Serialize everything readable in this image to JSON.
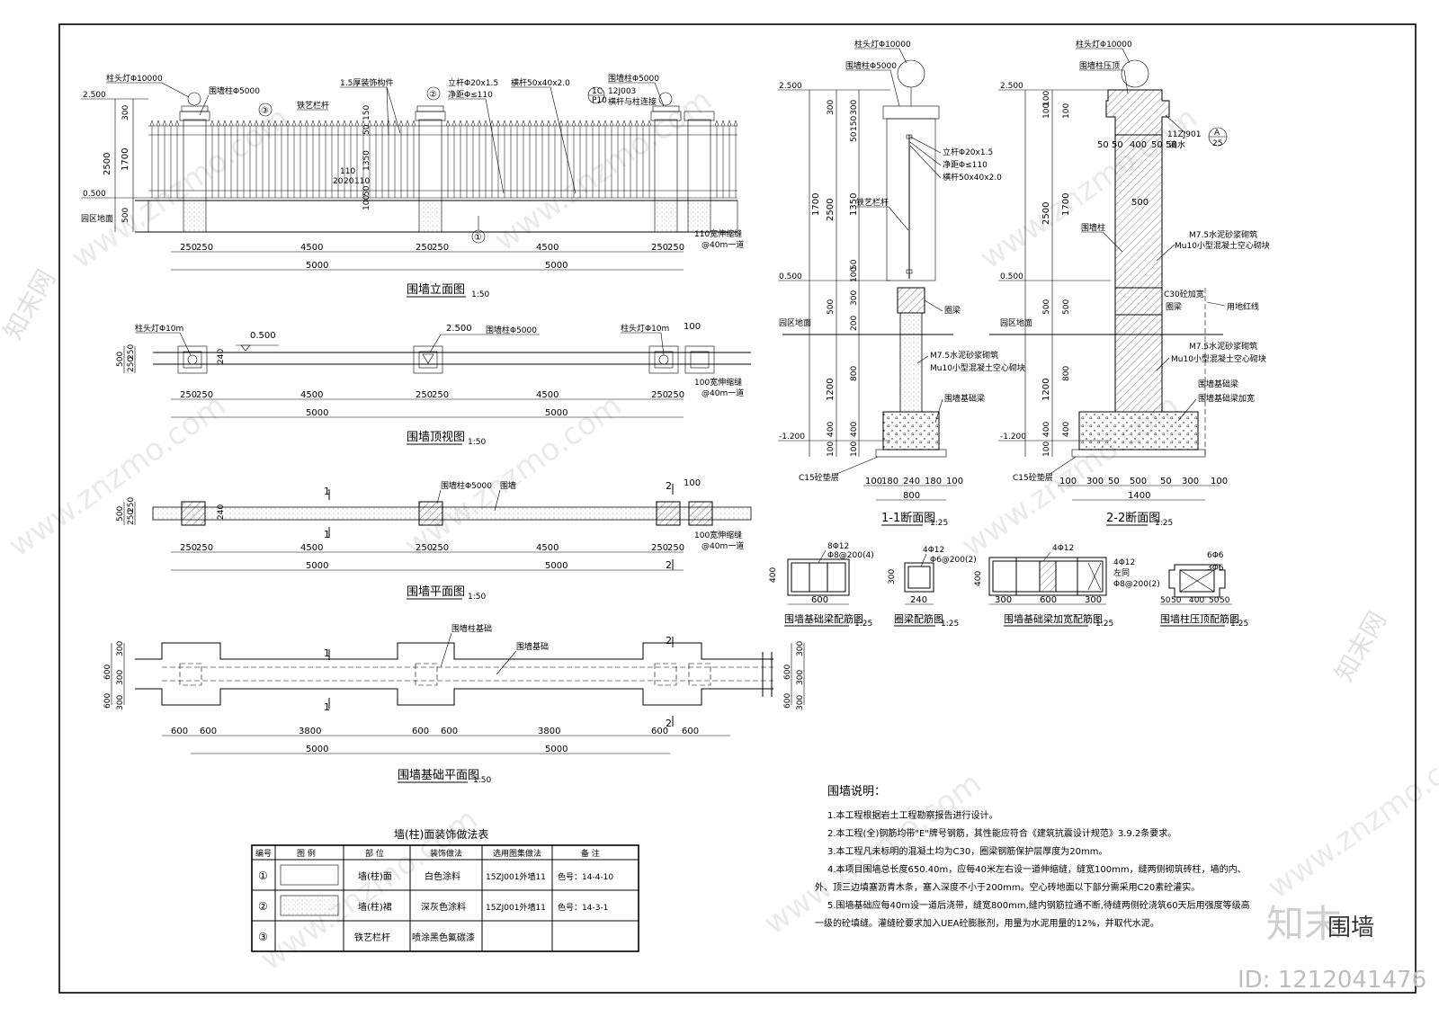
{
  "elevation": {
    "title": "围墙立面图",
    "scale": "1:50",
    "labels": {
      "lamp": "柱头灯Φ10000",
      "pillar": "围墙柱Φ5000",
      "deco": "1.5厚装饰构件",
      "rail": "铁艺栏杆",
      "upright": "立杆Φ20x1.5",
      "clear": "净距Φ≤110",
      "cross": "横杆50x40x2.0",
      "pillar2": "围墙柱Φ5000",
      "ref_code": "12J003",
      "ref_note": "横杆与柱连接",
      "ref_circle": "1C",
      "ref_sheet": "P10",
      "ground": "园区地面",
      "joint": "110宽伸缩缝",
      "joint2": "@40m一道"
    },
    "levels": [
      "2.500",
      "0.500"
    ],
    "vdims": [
      "300",
      "1700",
      "500",
      "2500"
    ],
    "inner_dims": [
      "50",
      "150",
      "1350",
      "100",
      "50",
      "110",
      "20",
      "20",
      "110"
    ],
    "hdims": [
      "250",
      "250",
      "4500",
      "250",
      "250",
      "4500",
      "250",
      "250"
    ],
    "totals": [
      "5000",
      "5000"
    ],
    "markers": [
      "①",
      "②",
      "③"
    ]
  },
  "topview": {
    "title": "围墙顶视图",
    "scale": "1:50",
    "labels": {
      "lamp1": "柱头灯Φ10m",
      "lamp2": "柱头灯Φ10m",
      "pillar": "围墙柱Φ5000",
      "level1": "0.500",
      "level2": "2.500",
      "joint": "100宽伸缩缝",
      "joint2": "@40m一道",
      "w100": "100"
    },
    "vdims": [
      "500",
      "250",
      "250",
      "240"
    ],
    "hdims": [
      "250",
      "250",
      "4500",
      "250",
      "250",
      "4500",
      "250",
      "250"
    ],
    "totals": [
      "5000",
      "5000"
    ]
  },
  "plan": {
    "title": "围墙平面图",
    "scale": "1:50",
    "labels": {
      "pillar": "围墙柱Φ5000",
      "wall": "围墙",
      "joint": "100宽伸缩缝",
      "joint2": "@40m一道",
      "w100": "100",
      "sec1": "1",
      "sec2": "2"
    },
    "vdims": [
      "500",
      "250",
      "250",
      "240"
    ],
    "hdims": [
      "250",
      "250",
      "4500",
      "250",
      "250",
      "4500",
      "250",
      "250"
    ],
    "totals": [
      "5000",
      "5000"
    ]
  },
  "foundation": {
    "title": "围墙基础平面图",
    "scale": "1:50",
    "labels": {
      "pf": "围墙柱基础",
      "wf": "围墙基础",
      "sec1": "1",
      "sec2": "2"
    },
    "vdims": [
      "300",
      "600",
      "300",
      "600",
      "300"
    ],
    "hdims": [
      "600",
      "600",
      "3800",
      "600",
      "600",
      "3800",
      "600",
      "600"
    ],
    "totals": [
      "5000",
      "5000"
    ]
  },
  "section1": {
    "title": "1-1断面图",
    "scale": "1:25",
    "labels": {
      "lamp": "柱头灯Φ10000",
      "pillar": "围墙柱Φ5000",
      "upright": "立杆Φ20x1.5",
      "clear": "净距Φ≤110",
      "cross": "横杆50x40x2.0",
      "rail": "铁艺栏杆",
      "ring": "圈梁",
      "mortar": "M7.5水泥砂浆砌筑",
      "block": "Mu10小型混凝土空心砌块",
      "fbeam": "围墙基础梁",
      "ground": "园区地面",
      "cushion": "C15砼垫层"
    },
    "levels": [
      "2.500",
      "0.500",
      "-1.200"
    ],
    "vdims_outer": [
      "300",
      "2500",
      "500",
      "1200",
      "400",
      "100"
    ],
    "vdims_inner": [
      "300",
      "50",
      "150",
      "1700",
      "1350",
      "100",
      "50",
      "300",
      "200",
      "800",
      "400",
      "100"
    ],
    "hdims": [
      "100",
      "180",
      "240",
      "180",
      "100"
    ],
    "total": "800"
  },
  "section2": {
    "title": "2-2断面图",
    "scale": "1:25",
    "labels": {
      "lamp": "柱头灯Φ10000",
      "cap": "围墙柱压顶",
      "ref_code": "11ZJ901",
      "ref_note": "滴水",
      "ref_a": "A",
      "ref_b": "25",
      "pillar": "围墙柱",
      "mortar1": "M7.5水泥砂浆砌筑",
      "block1": "Mu10小型混凝土空心砌块",
      "c30": "C30砼加宽",
      "ring": "圈梁",
      "redline": "用地红线",
      "mortar2": "M7.5水泥砂浆砌筑",
      "block2": "Mu10小型混凝土空心砌块",
      "fbeam": "围墙基础梁",
      "fbeam2": "围墙基础梁加宽",
      "ground": "园区地面",
      "cushion": "C15砼垫层"
    },
    "levels": [
      "2.500",
      "0.500",
      "-1.200"
    ],
    "top_dims": [
      "50",
      "50",
      "400",
      "50",
      "50"
    ],
    "mid_dim": "500",
    "vdims_outer": [
      "100",
      "100",
      "2500",
      "500",
      "1200",
      "400",
      "100"
    ],
    "vdims_inner": [
      "100",
      "1700",
      "500",
      "800",
      "400"
    ],
    "hdims": [
      "100",
      "300",
      "50",
      "500",
      "50",
      "300",
      "100"
    ],
    "total": "1400"
  },
  "rebar": [
    {
      "title": "围墙基础梁配筋图",
      "scale": "1:25",
      "top": "8Φ12",
      "stir": "Φ8@200(4)",
      "h": "400",
      "w": "600"
    },
    {
      "title": "圈梁配筋图",
      "scale": "1:25",
      "top": "4Φ12",
      "stir": "Φ6@200(2)",
      "h": "300",
      "w": "240"
    },
    {
      "title": "围墙基础梁加宽配筋图",
      "scale": "1:25",
      "top": "4Φ12",
      "mid": "左同",
      "stir": "Φ8@200(2)",
      "h": "400",
      "w1": "300",
      "w2": "600",
      "w3": "300"
    },
    {
      "title": "围墙柱压顶配筋图",
      "scale": "1:25",
      "a": "6Φ6",
      "b": "3Φ6",
      "w": [
        "50",
        "50",
        "400",
        "50",
        "50"
      ]
    }
  ],
  "table": {
    "title": "墙(柱)面装饰做法表",
    "headers": [
      "编号",
      "图 例",
      "部 位",
      "装饰做法",
      "选用图集做法",
      "备 注"
    ],
    "rows": [
      {
        "no": "①",
        "part": "墙(柱)面",
        "method": "白色涂料",
        "atlas": "15ZJ001外墙11",
        "note": "色号：14-4-10"
      },
      {
        "no": "②",
        "part": "墙(柱)裙",
        "method": "深灰色涂料",
        "atlas": "15ZJ001外墙11",
        "note": "色号：14-3-1"
      },
      {
        "no": "③",
        "part": "铁艺栏杆",
        "method": "喷涂黑色氟碳漆",
        "atlas": "",
        "note": ""
      }
    ]
  },
  "notes": {
    "title": "围墙说明：",
    "lines": [
      "1.本工程根据岩土工程勘察报告进行设计。",
      "2.本工程(全)钢筋均带\"E\"牌号钢筋，其性能应符合《建筑抗震设计规范》3.9.2条要求。",
      "3.本工程凡未标明的混凝土均为C30，圈梁钢筋保护层厚度为20mm。",
      "4.本项目围墙总长度650.40m，应每40米左右设一道伸缩缝，缝宽100mm，缝两侧砌筑砖柱，墙的内、",
      "外、顶三边填塞沥青木条，塞入深度不小于200mm。空心砖地面以下部分需采用C20素砼灌实。",
      "5.围墙基础应每40m设一道后浇带，缝宽800mm,缝内钢筋拉通不断,待缝两侧砼浇筑60天后用强度等级高",
      "一级的砼填缝。灌缝砼要求加入UEA砼膨胀剂，用量为水泥用量的12%，并取代水泥。"
    ]
  },
  "watermarks": {
    "site": "www.znzmo.com",
    "logo": "知末",
    "word": "围墙",
    "id": "ID: 1212041476",
    "brand": "知末网"
  }
}
